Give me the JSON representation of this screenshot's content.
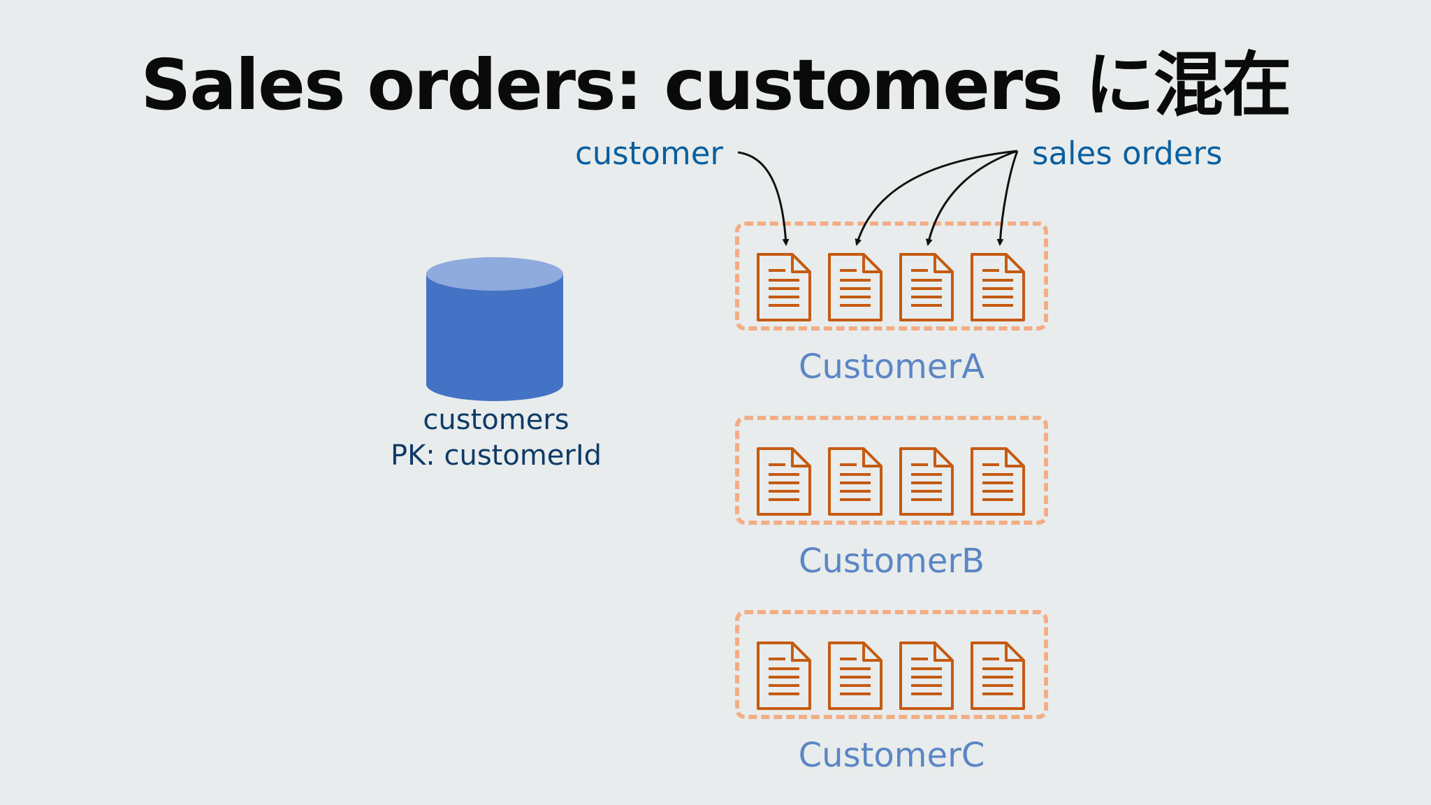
{
  "title": "Sales orders: customers に混在",
  "annotations": {
    "customer": "customer",
    "sales_orders": "sales orders"
  },
  "container": {
    "name": "customers",
    "partition_key": "PK: customerId"
  },
  "groups": [
    {
      "label": "CustomerA",
      "documents": 4
    },
    {
      "label": "CustomerB",
      "documents": 4
    },
    {
      "label": "CustomerC",
      "documents": 4
    }
  ],
  "colors": {
    "background": "#e8ecec",
    "title": "#0a0a0a",
    "annotation": "#0a5fa0",
    "group_label": "#5b86c5",
    "container_label": "#0f3a66",
    "cylinder_body": "#4472c4",
    "cylinder_top": "#8faadc",
    "document": "#c55a11",
    "dashed_border": "#f3ad85"
  }
}
